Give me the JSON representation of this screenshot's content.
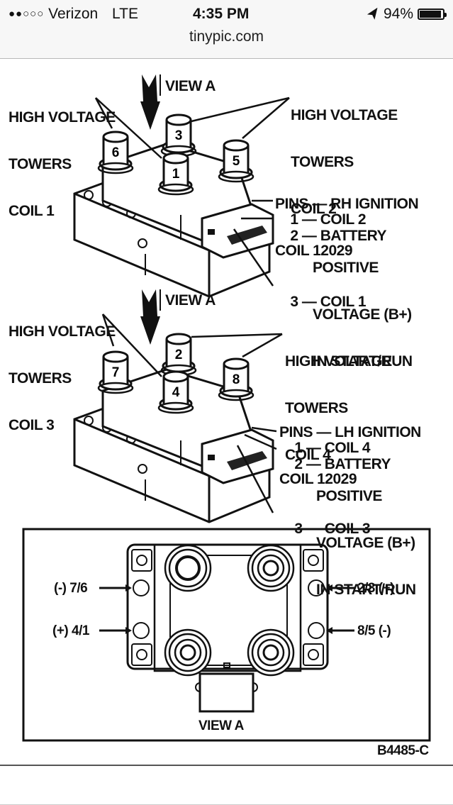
{
  "status_bar": {
    "signal_dots": "●●○○○",
    "carrier": "Verizon",
    "network": "LTE",
    "time": "4:35 PM",
    "location_icon": "location-arrow-icon",
    "battery_percent": "94%",
    "battery_level": 0.94
  },
  "browser": {
    "url": "tinypic.com"
  },
  "diagram": {
    "top_coil": {
      "left_label": [
        "HIGH VOLTAGE",
        "TOWERS",
        "COIL 1"
      ],
      "view_label": "VIEW A",
      "right_label": [
        "HIGH VOLTAGE",
        "TOWERS",
        "COIL 2"
      ],
      "towers": [
        "6",
        "3",
        "1",
        "5"
      ],
      "pins_title": [
        "PINS — RH IGNITION",
        "COIL 12029"
      ],
      "pins": [
        {
          "num": "1",
          "desc": [
            "COIL 2"
          ]
        },
        {
          "num": "2",
          "desc": [
            "BATTERY",
            "POSITIVE",
            "VOLTAGE (B+)",
            "IN START/RUN"
          ]
        },
        {
          "num": "3",
          "desc": [
            "COIL 1"
          ]
        }
      ]
    },
    "bottom_coil": {
      "left_label": [
        "HIGH VOLTAGE",
        "TOWERS",
        "COIL 3"
      ],
      "view_label": "VIEW A",
      "right_label": [
        "HIGH VOLTAGE",
        "TOWERS",
        "COIL 4"
      ],
      "towers": [
        "7",
        "2",
        "4",
        "8"
      ],
      "pins_title": [
        "PINS — LH IGNITION",
        "COIL 12029"
      ],
      "pins": [
        {
          "num": "1",
          "desc": [
            "COIL 4"
          ]
        },
        {
          "num": "2",
          "desc": [
            "BATTERY",
            "POSITIVE",
            "VOLTAGE (B+)",
            "IN START/RUN"
          ]
        },
        {
          "num": "3",
          "desc": [
            "COIL 3"
          ]
        }
      ]
    },
    "view_a": {
      "left_top": "(-) 7/6",
      "left_bottom": "(+) 4/1",
      "right_top": "2/3 (+)",
      "right_bottom": "8/5 (-)",
      "caption": "VIEW A"
    },
    "figure_id": "B4485-C"
  }
}
